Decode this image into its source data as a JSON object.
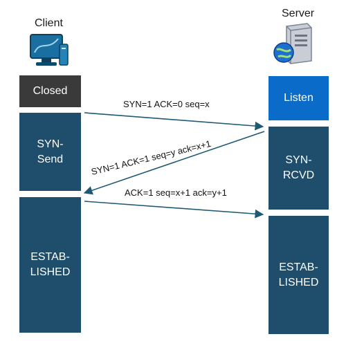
{
  "client": {
    "label": "Client",
    "icon": "desktop-computer-icon"
  },
  "server": {
    "label": "Server",
    "icon": "server-globe-icon"
  },
  "client_states": [
    "Closed",
    "SYN-\nSend",
    "ESTAB-\nLISHED"
  ],
  "server_states": [
    "Listen",
    "SYN-\nRCVD",
    "ESTAB-\nLISHED"
  ],
  "messages": [
    "SYN=1  ACK=0  seq=x",
    "SYN=1  ACK=1  seq=y  ack=x+1",
    "ACK=1  seq=x+1  ack=y+1"
  ],
  "colors": {
    "closed": "#3a3a3a",
    "listen": "#0a6cc8",
    "state": "#1e4e6b",
    "arrow": "#1e5a73"
  }
}
